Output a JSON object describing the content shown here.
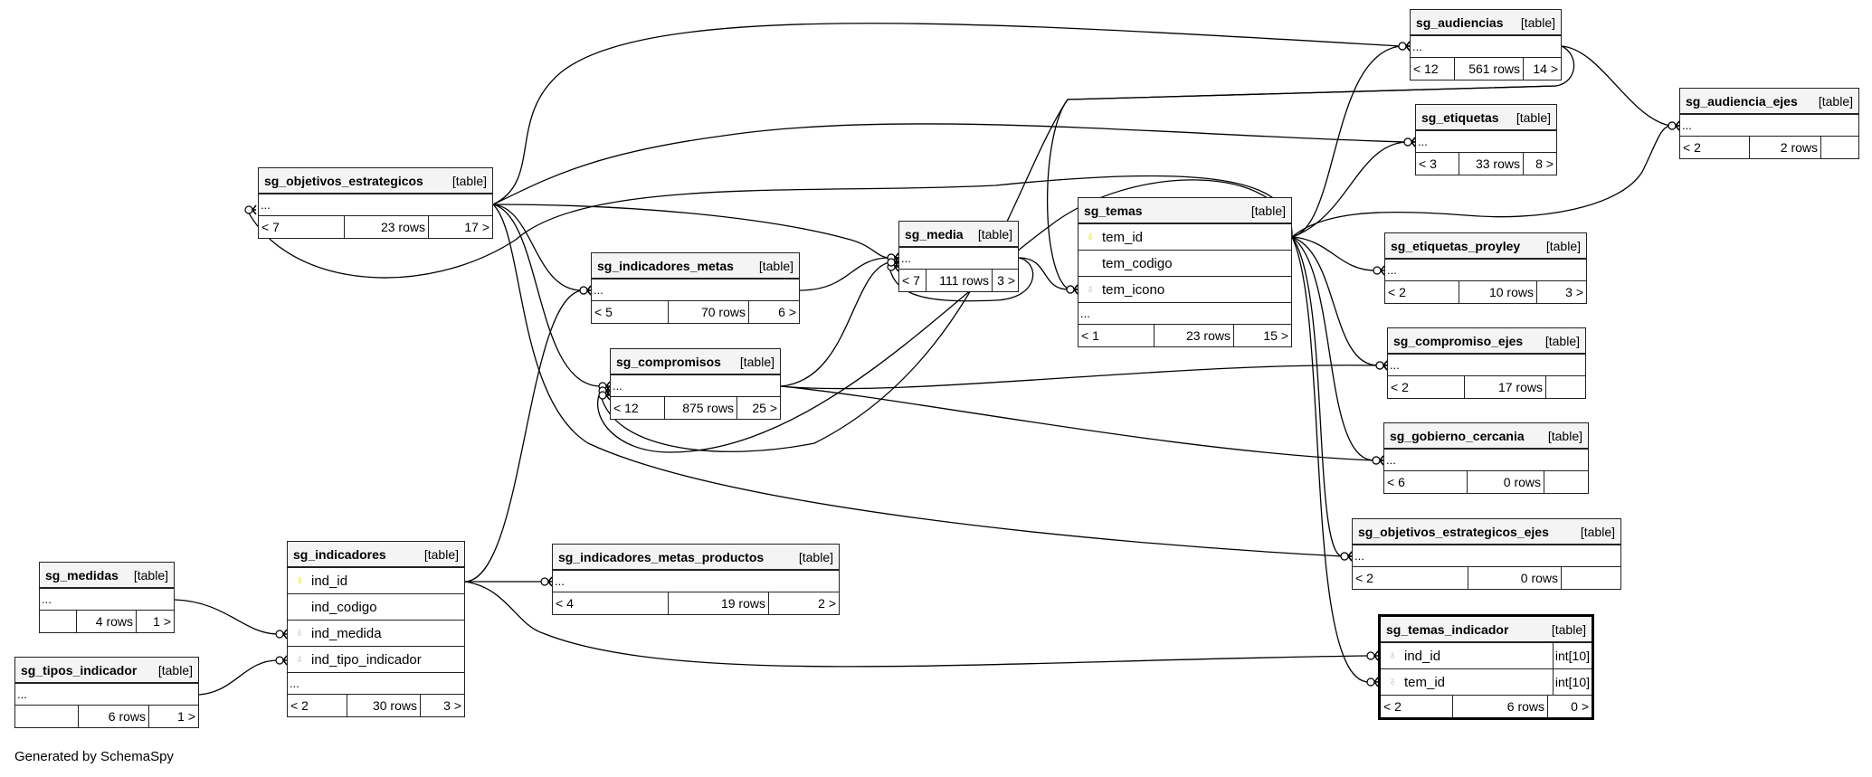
{
  "footer_note": "Generated by SchemaSpy",
  "colors": {
    "pk_key": "#e6e000",
    "fk_key": "#bbbbbb",
    "header_bg": "#f4f4f4",
    "line": "#000000"
  },
  "tables": [
    {
      "name": "sg_objetivos_estrategicos",
      "type": "[table]",
      "columns": [],
      "more": "...",
      "parents": "< 7",
      "rows": "23 rows",
      "children": "17 >"
    },
    {
      "name": "sg_indicadores_metas",
      "type": "[table]",
      "columns": [],
      "more": "...",
      "parents": "< 5",
      "rows": "70 rows",
      "children": "6 >"
    },
    {
      "name": "sg_compromisos",
      "type": "[table]",
      "columns": [],
      "more": "...",
      "parents": "< 12",
      "rows": "875 rows",
      "children": "25 >"
    },
    {
      "name": "sg_media",
      "type": "[table]",
      "columns": [],
      "more": "...",
      "parents": "< 7",
      "rows": "111 rows",
      "children": "3 >"
    },
    {
      "name": "sg_audiencias",
      "type": "[table]",
      "columns": [],
      "more": "...",
      "parents": "< 12",
      "rows": "561 rows",
      "children": "14 >"
    },
    {
      "name": "sg_audiencia_ejes",
      "type": "[table]",
      "columns": [],
      "more": "...",
      "parents": "< 2",
      "rows": "2 rows",
      "children": ""
    },
    {
      "name": "sg_etiquetas",
      "type": "[table]",
      "columns": [],
      "more": "...",
      "parents": "< 3",
      "rows": "33 rows",
      "children": "8 >"
    },
    {
      "name": "sg_temas",
      "type": "[table]",
      "columns": [
        {
          "name": "tem_id",
          "key": "pk"
        },
        {
          "name": "tem_codigo",
          "key": ""
        },
        {
          "name": "tem_icono",
          "key": "fk"
        }
      ],
      "more": "...",
      "parents": "< 1",
      "rows": "23 rows",
      "children": "15 >"
    },
    {
      "name": "sg_etiquetas_proyley",
      "type": "[table]",
      "columns": [],
      "more": "...",
      "parents": "< 2",
      "rows": "10 rows",
      "children": "3 >"
    },
    {
      "name": "sg_compromiso_ejes",
      "type": "[table]",
      "columns": [],
      "more": "...",
      "parents": "< 2",
      "rows": "17 rows",
      "children": ""
    },
    {
      "name": "sg_gobierno_cercania",
      "type": "[table]",
      "columns": [],
      "more": "...",
      "parents": "< 6",
      "rows": "0 rows",
      "children": ""
    },
    {
      "name": "sg_objetivos_estrategicos_ejes",
      "type": "[table]",
      "columns": [],
      "more": "...",
      "parents": "< 2",
      "rows": "0 rows",
      "children": ""
    },
    {
      "name": "sg_temas_indicador",
      "type": "[table]",
      "focus": true,
      "columns": [
        {
          "name": "ind_id",
          "key": "fk",
          "type": "int[10]"
        },
        {
          "name": "tem_id",
          "key": "fk",
          "type": "int[10]"
        }
      ],
      "more": "",
      "parents": "< 2",
      "rows": "6 rows",
      "children": "0 >"
    },
    {
      "name": "sg_medidas",
      "type": "[table]",
      "columns": [],
      "more": "...",
      "parents": "",
      "rows": "4 rows",
      "children": "1 >"
    },
    {
      "name": "sg_tipos_indicador",
      "type": "[table]",
      "columns": [],
      "more": "...",
      "parents": "",
      "rows": "6 rows",
      "children": "1 >"
    },
    {
      "name": "sg_indicadores",
      "type": "[table]",
      "columns": [
        {
          "name": "ind_id",
          "key": "pk"
        },
        {
          "name": "ind_codigo",
          "key": ""
        },
        {
          "name": "ind_medida",
          "key": "fk"
        },
        {
          "name": "ind_tipo_indicador",
          "key": "fk"
        }
      ],
      "more": "...",
      "parents": "< 2",
      "rows": "30 rows",
      "children": "3 >"
    },
    {
      "name": "sg_indicadores_metas_productos",
      "type": "[table]",
      "columns": [],
      "more": "...",
      "parents": "< 4",
      "rows": "19 rows",
      "children": "2 >"
    }
  ],
  "relationships": [
    {
      "parent": "sg_objetivos_estrategicos",
      "child": "sg_audiencias"
    },
    {
      "parent": "sg_objetivos_estrategicos",
      "child": "sg_etiquetas"
    },
    {
      "parent": "sg_objetivos_estrategicos",
      "child": "sg_media"
    },
    {
      "parent": "sg_objetivos_estrategicos",
      "child": "sg_indicadores_metas"
    },
    {
      "parent": "sg_objetivos_estrategicos",
      "child": "sg_compromisos"
    },
    {
      "parent": "sg_objetivos_estrategicos",
      "child": "sg_objetivos_estrategicos_ejes"
    },
    {
      "parent": "sg_temas",
      "child": "sg_objetivos_estrategicos"
    },
    {
      "parent": "sg_temas",
      "child": "sg_audiencias"
    },
    {
      "parent": "sg_temas",
      "child": "sg_etiquetas"
    },
    {
      "parent": "sg_temas",
      "child": "sg_etiquetas_proyley"
    },
    {
      "parent": "sg_temas",
      "child": "sg_compromiso_ejes"
    },
    {
      "parent": "sg_temas",
      "child": "sg_gobierno_cercania"
    },
    {
      "parent": "sg_temas",
      "child": "sg_objetivos_estrategicos_ejes"
    },
    {
      "parent": "sg_temas",
      "child": "sg_temas_indicador"
    },
    {
      "parent": "sg_temas",
      "child": "sg_audiencia_ejes"
    },
    {
      "parent": "sg_audiencias",
      "child": "sg_audiencia_ejes"
    },
    {
      "parent": "sg_audiencias",
      "child": "sg_temas"
    },
    {
      "parent": "sg_media",
      "child": "sg_temas"
    },
    {
      "parent": "sg_media",
      "child": "sg_media"
    },
    {
      "parent": "sg_indicadores_metas",
      "child": "sg_media"
    },
    {
      "parent": "sg_compromisos",
      "child": "sg_media"
    },
    {
      "parent": "sg_compromisos",
      "child": "sg_compromiso_ejes"
    },
    {
      "parent": "sg_compromisos",
      "child": "sg_gobierno_cercania"
    },
    {
      "parent": "sg_temas",
      "child": "sg_compromisos"
    },
    {
      "parent": "sg_audiencias",
      "child": "sg_compromisos"
    },
    {
      "parent": "sg_indicadores",
      "child": "sg_indicadores_metas_productos"
    },
    {
      "parent": "sg_indicadores",
      "child": "sg_indicadores_metas"
    },
    {
      "parent": "sg_indicadores",
      "child": "sg_temas_indicador"
    },
    {
      "parent": "sg_medidas",
      "child": "sg_indicadores"
    },
    {
      "parent": "sg_tipos_indicador",
      "child": "sg_indicadores"
    }
  ]
}
